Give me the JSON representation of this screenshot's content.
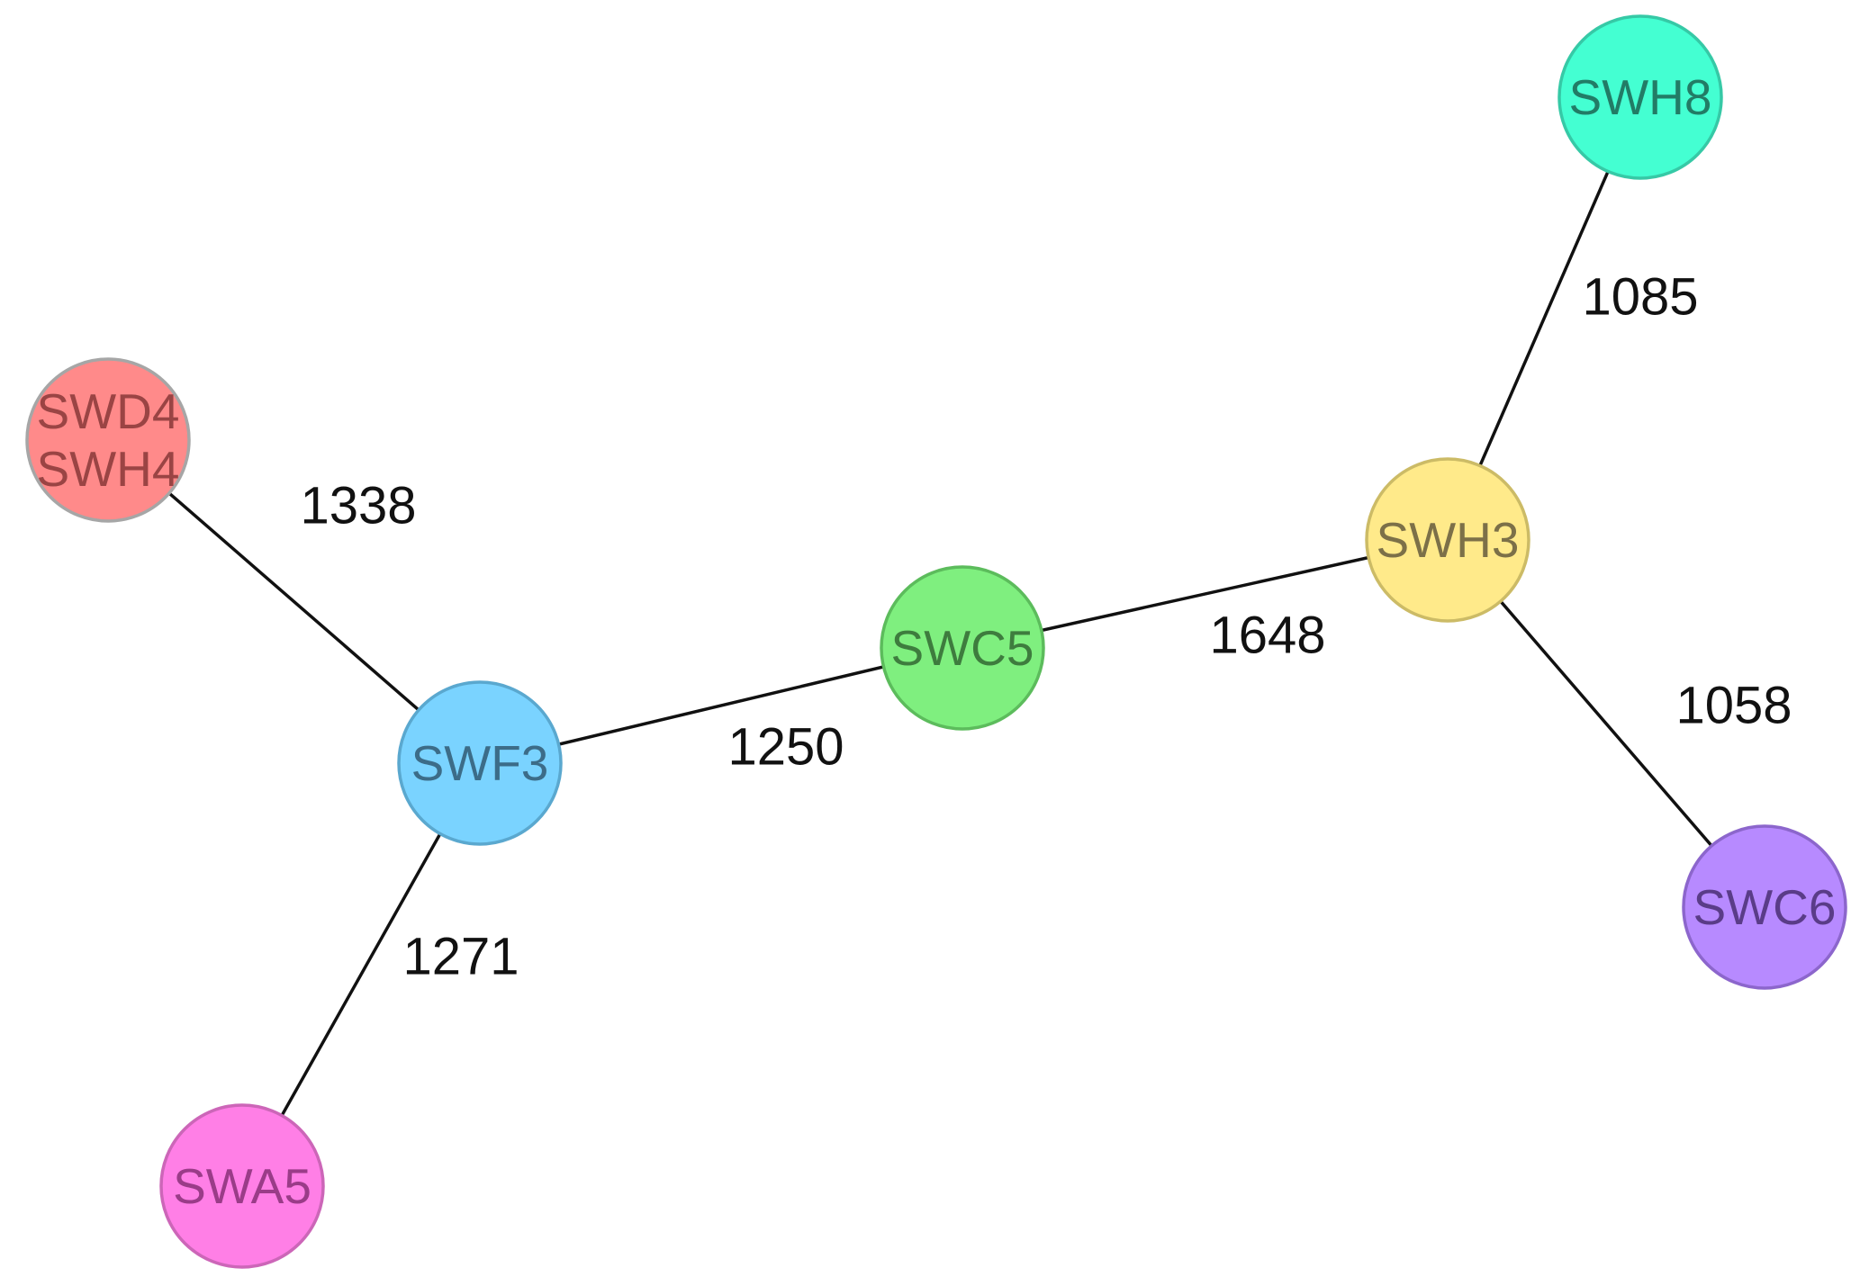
{
  "nodes": [
    {
      "id": "swd4-swh4",
      "lines": [
        "SWD4",
        "SWH4"
      ],
      "fill": "#FF8A8A",
      "stroke": "#A6A6A6",
      "text_color": "#9A4444"
    },
    {
      "id": "swf3",
      "lines": [
        "SWF3"
      ],
      "fill": "#7AD3FF",
      "stroke": "#5AA8CF",
      "text_color": "#3C6C88"
    },
    {
      "id": "swa5",
      "lines": [
        "SWA5"
      ],
      "fill": "#FF7FE6",
      "stroke": "#CC66B8",
      "text_color": "#9A3C88"
    },
    {
      "id": "swc5",
      "lines": [
        "SWC5"
      ],
      "fill": "#7FEF7F",
      "stroke": "#5CBC5C",
      "text_color": "#3E7C3E"
    },
    {
      "id": "swh3",
      "lines": [
        "SWH3"
      ],
      "fill": "#FFEA8A",
      "stroke": "#CCBB66",
      "text_color": "#7C7048"
    },
    {
      "id": "swh8",
      "lines": [
        "SWH8"
      ],
      "fill": "#44FFD2",
      "stroke": "#36C9A6",
      "text_color": "#227C66"
    },
    {
      "id": "swc6",
      "lines": [
        "SWC6"
      ],
      "fill": "#B78AFF",
      "stroke": "#8C66CC",
      "text_color": "#5A3C88"
    }
  ],
  "edges": [
    {
      "from": "swd4-swh4",
      "to": "swf3",
      "label": "1338"
    },
    {
      "from": "swf3",
      "to": "swa5",
      "label": "1271"
    },
    {
      "from": "swf3",
      "to": "swc5",
      "label": "1250"
    },
    {
      "from": "swc5",
      "to": "swh3",
      "label": "1648"
    },
    {
      "from": "swh3",
      "to": "swh8",
      "label": "1085"
    },
    {
      "from": "swh3",
      "to": "swc6",
      "label": "1058"
    }
  ]
}
